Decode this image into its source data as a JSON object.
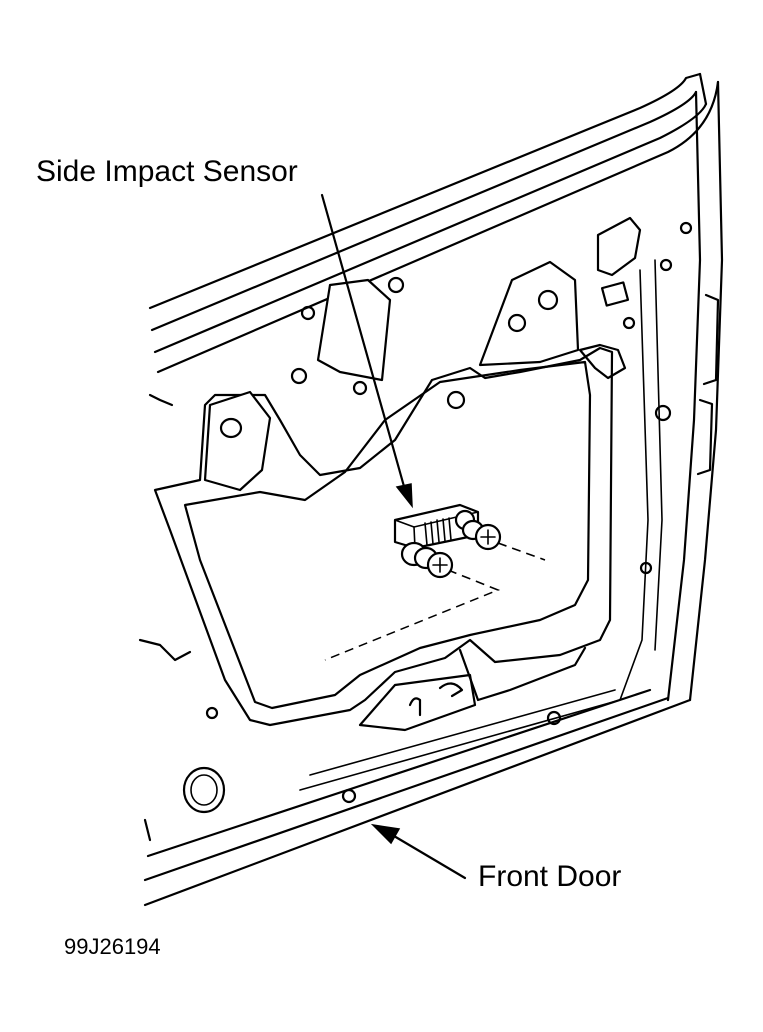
{
  "labels": {
    "sensor": "Side Impact Sensor",
    "door": "Front Door",
    "figure_code": "99J26194"
  },
  "colors": {
    "line": "#000000",
    "background": "#ffffff"
  }
}
